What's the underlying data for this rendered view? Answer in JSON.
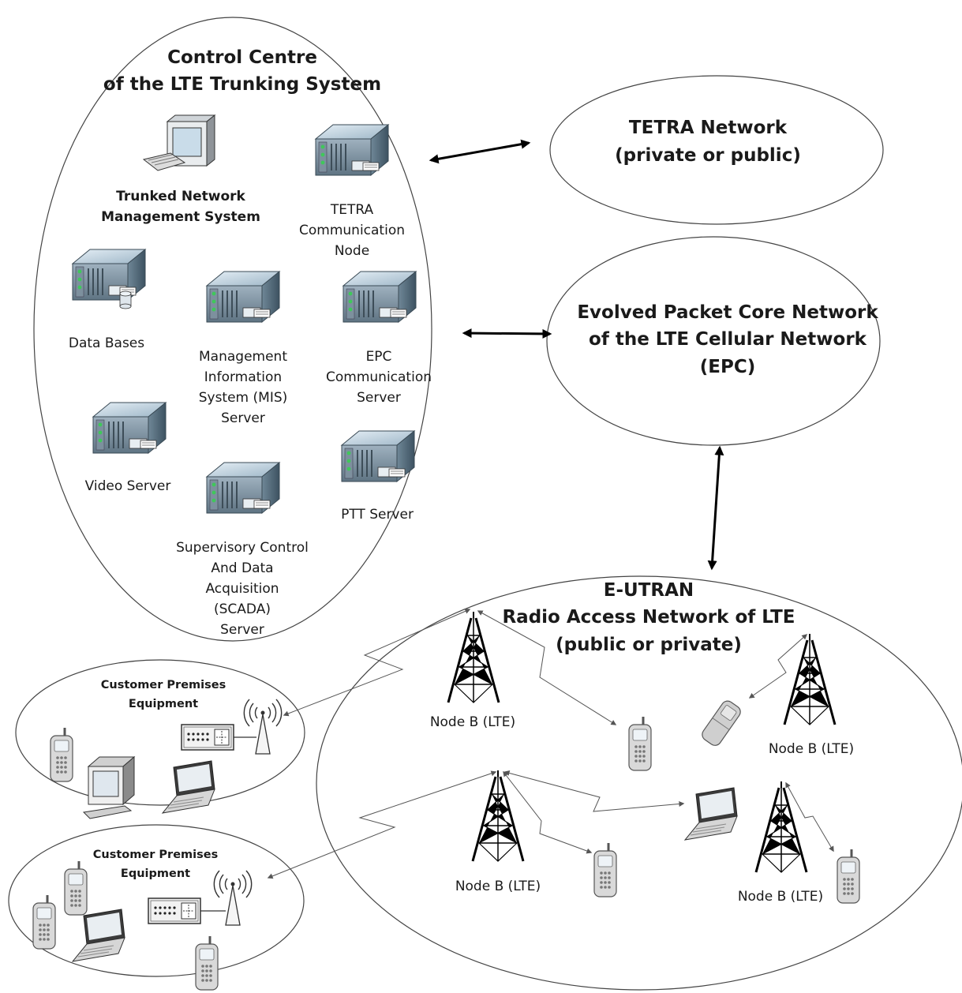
{
  "control_centre": {
    "title_line1": "Control Centre",
    "title_line2": "of the LTE Trunking System",
    "nms_line1": "Trunked Network",
    "nms_line2": "Management System",
    "tetra_node": [
      "TETRA",
      "Communication",
      "Node"
    ],
    "data_bases": "Data Bases",
    "mis": [
      "Management",
      "Information",
      "System (MIS)",
      "Server"
    ],
    "epc_comm": [
      "EPC",
      "Communication",
      "Server"
    ],
    "video": "Video Server",
    "ptt": "PTT Server",
    "scada": [
      "Supervisory Control",
      "And Data",
      "Acquisition",
      "(SCADA)",
      "Server"
    ]
  },
  "tetra_network": {
    "line1": "TETRA  Network",
    "line2": "(private or public)"
  },
  "epc_network": {
    "line1": "Evolved Packet Core Network",
    "line2": "of the LTE Cellular Network",
    "line3": "(EPC)"
  },
  "eutran": {
    "line1": "E-UTRAN",
    "line2": "Radio Access Network of LTE",
    "line3": "(public or private)"
  },
  "node_labels": [
    "Node B (LTE)",
    "Node B (LTE)",
    "Node B (LTE)",
    "Node B (LTE)"
  ],
  "cpe1": {
    "line1": "Customer Premises",
    "line2": "Equipment"
  },
  "cpe2": {
    "line1": "Customer Premises",
    "line2": "Equipment"
  }
}
